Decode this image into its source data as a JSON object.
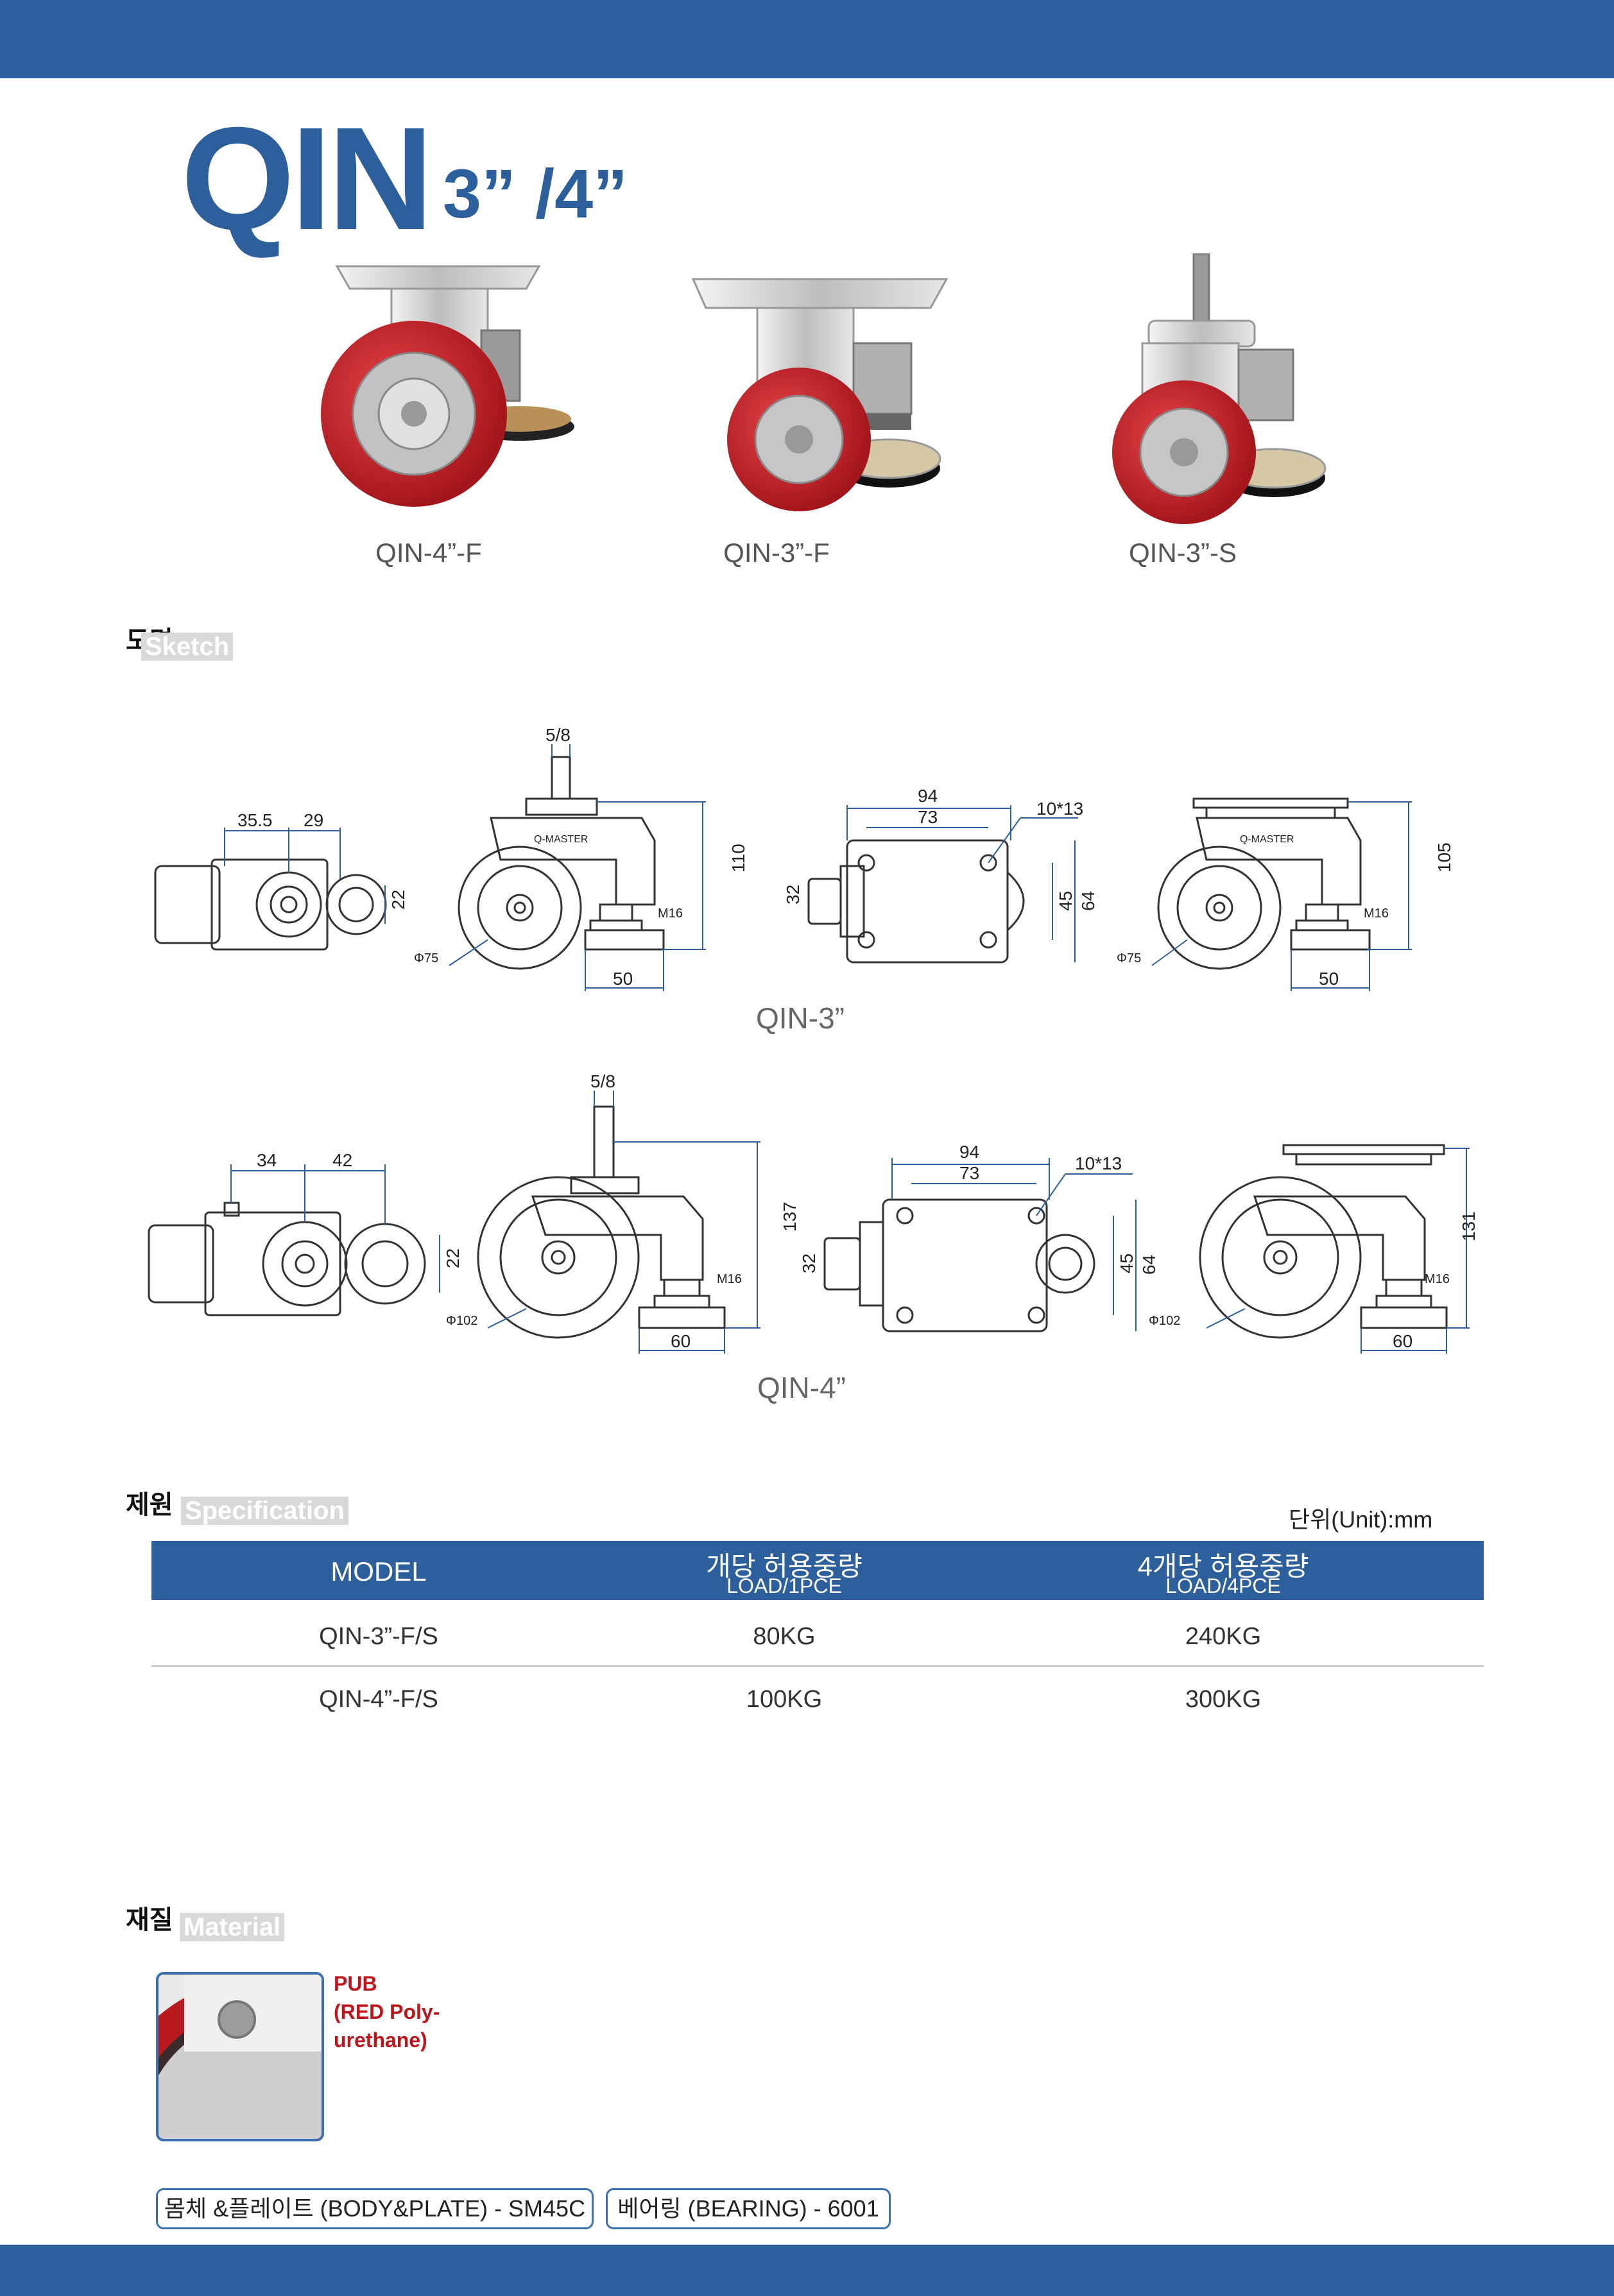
{
  "header": {
    "brand": "QIN",
    "sizes": "3” /4”"
  },
  "products": [
    {
      "caption": "QIN-4”-F"
    },
    {
      "caption": "QIN-3”-F"
    },
    {
      "caption": "QIN-3”-S"
    }
  ],
  "sketch": {
    "title_kr": "도면",
    "title_en": "Sketch",
    "qin3": {
      "label": "QIN-3”",
      "dims": {
        "d1": "35.5",
        "d2": "29",
        "d3": "22",
        "stem": "5/8",
        "brand": "Q-MASTER",
        "h1": "110",
        "thread": "M16",
        "wheel": "Φ75",
        "base": "50",
        "w1": "94",
        "w2": "73",
        "hole": "10*13",
        "side": "32",
        "d45": "45",
        "d64": "64",
        "h2": "105"
      }
    },
    "qin4": {
      "label": "QIN-4”",
      "dims": {
        "d1": "34",
        "d2": "42",
        "d3": "22",
        "stem": "5/8",
        "h1": "137",
        "thread": "M16",
        "wheel": "Φ102",
        "base": "60",
        "w1": "94",
        "w2": "73",
        "hole": "10*13",
        "side": "32",
        "d45": "45",
        "d64": "64",
        "h2": "131"
      }
    }
  },
  "spec": {
    "title_kr": "제원",
    "title_en": "Specification",
    "unit": "단위(Unit):mm",
    "columns": [
      {
        "kr": "MODEL",
        "en": ""
      },
      {
        "kr": "개당 허용중량",
        "en": "LOAD/1PCE"
      },
      {
        "kr": "4개당 허용중량",
        "en": "LOAD/4PCE"
      }
    ],
    "rows": [
      [
        "QIN-3”-F/S",
        "80KG",
        "240KG"
      ],
      [
        "QIN-4”-F/S",
        "100KG",
        "300KG"
      ]
    ]
  },
  "material": {
    "title_kr": "재질",
    "title_en": "Material",
    "line1": "PUB",
    "line2": "(RED Poly-",
    "line3": "urethane)",
    "body": "몸체 &플레이트 (BODY&PLATE) - SM45C",
    "bearing": "베어링 (BEARING) - 6001"
  },
  "colors": {
    "brand_blue": "#2c5f9c",
    "wheel_red": "#c81e22",
    "material_red": "#c0141b",
    "outline_blue": "#3d6fb0"
  }
}
